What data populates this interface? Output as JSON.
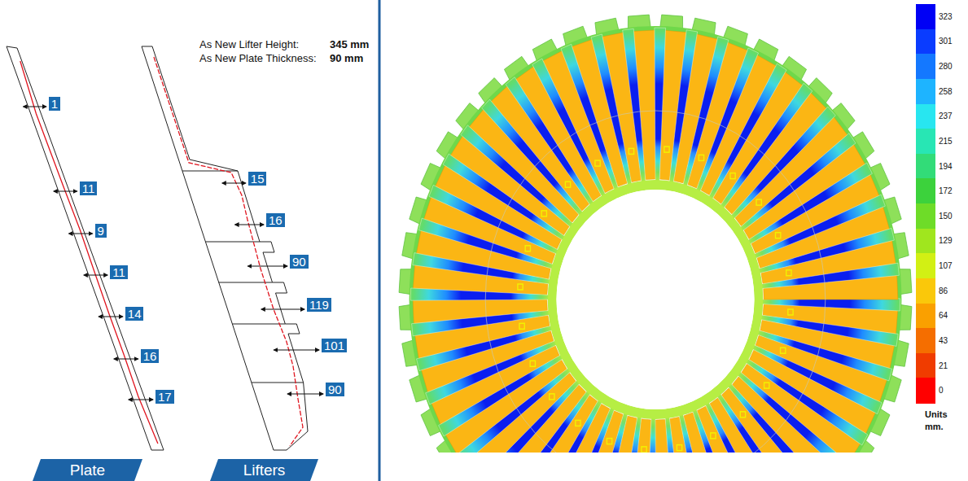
{
  "diagram": {
    "nodes": [
      {
        "text": [
          "Plate"
        ]
      },
      {
        "text": [
          "Lifters"
        ]
      }
    ],
    "labels": [
      "As New Lifter Height:",
      "345 mm",
      "As New Plate Thickness:",
      "90 mm",
      "1",
      "11",
      "9",
      "11",
      "14",
      "16",
      "17",
      "15",
      "16",
      "90",
      "119",
      "101",
      "90",
      "Units",
      "mm."
    ],
    "legend": [
      {
        "text": "323",
        "color": "#0000f5"
      },
      {
        "text": "301",
        "color": "#0a3cff"
      },
      {
        "text": "280",
        "color": "#1478ff"
      },
      {
        "text": "258",
        "color": "#1eb4ff"
      },
      {
        "text": "237",
        "color": "#28e6f0"
      },
      {
        "text": "215",
        "color": "#28e6b4"
      },
      {
        "text": "194",
        "color": "#32dc78"
      },
      {
        "text": "172",
        "color": "#3cd23c"
      },
      {
        "text": "150",
        "color": "#6edc28"
      },
      {
        "text": "129",
        "color": "#a0e61e"
      },
      {
        "text": "107",
        "color": "#d2f014"
      },
      {
        "text": "86",
        "color": "#fac80a"
      },
      {
        "text": "64",
        "color": "#faa000"
      },
      {
        "text": "43",
        "color": "#f56e00"
      },
      {
        "text": "21",
        "color": "#f03c00"
      },
      {
        "text": "0",
        "color": "#ff0000"
      }
    ]
  }
}
